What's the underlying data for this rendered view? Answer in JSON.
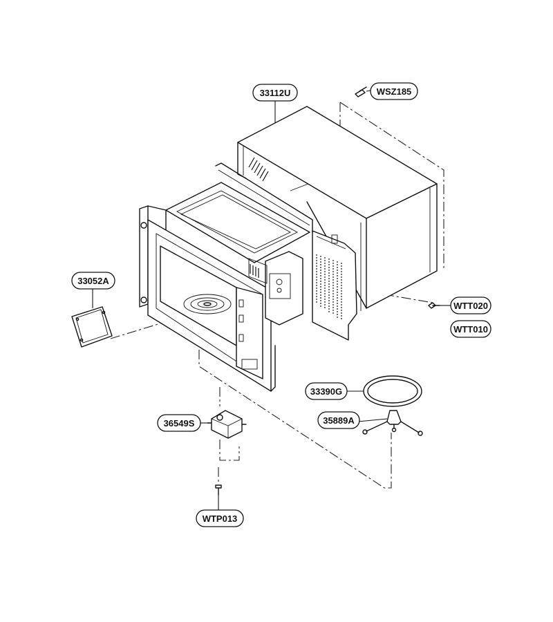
{
  "parts": [
    {
      "id": "cabinet",
      "label": "33112U"
    },
    {
      "id": "screw_top",
      "label": "WSZ185"
    },
    {
      "id": "screw_rear_a",
      "label": "WTT020"
    },
    {
      "id": "screw_rear_b",
      "label": "WTT010"
    },
    {
      "id": "waveguide_cover",
      "label": "33052A"
    },
    {
      "id": "glass_tray",
      "label": "33390G"
    },
    {
      "id": "roller_ring",
      "label": "35889A"
    },
    {
      "id": "turntable_motor",
      "label": "36549S"
    },
    {
      "id": "motor_screw",
      "label": "WTP013"
    }
  ]
}
